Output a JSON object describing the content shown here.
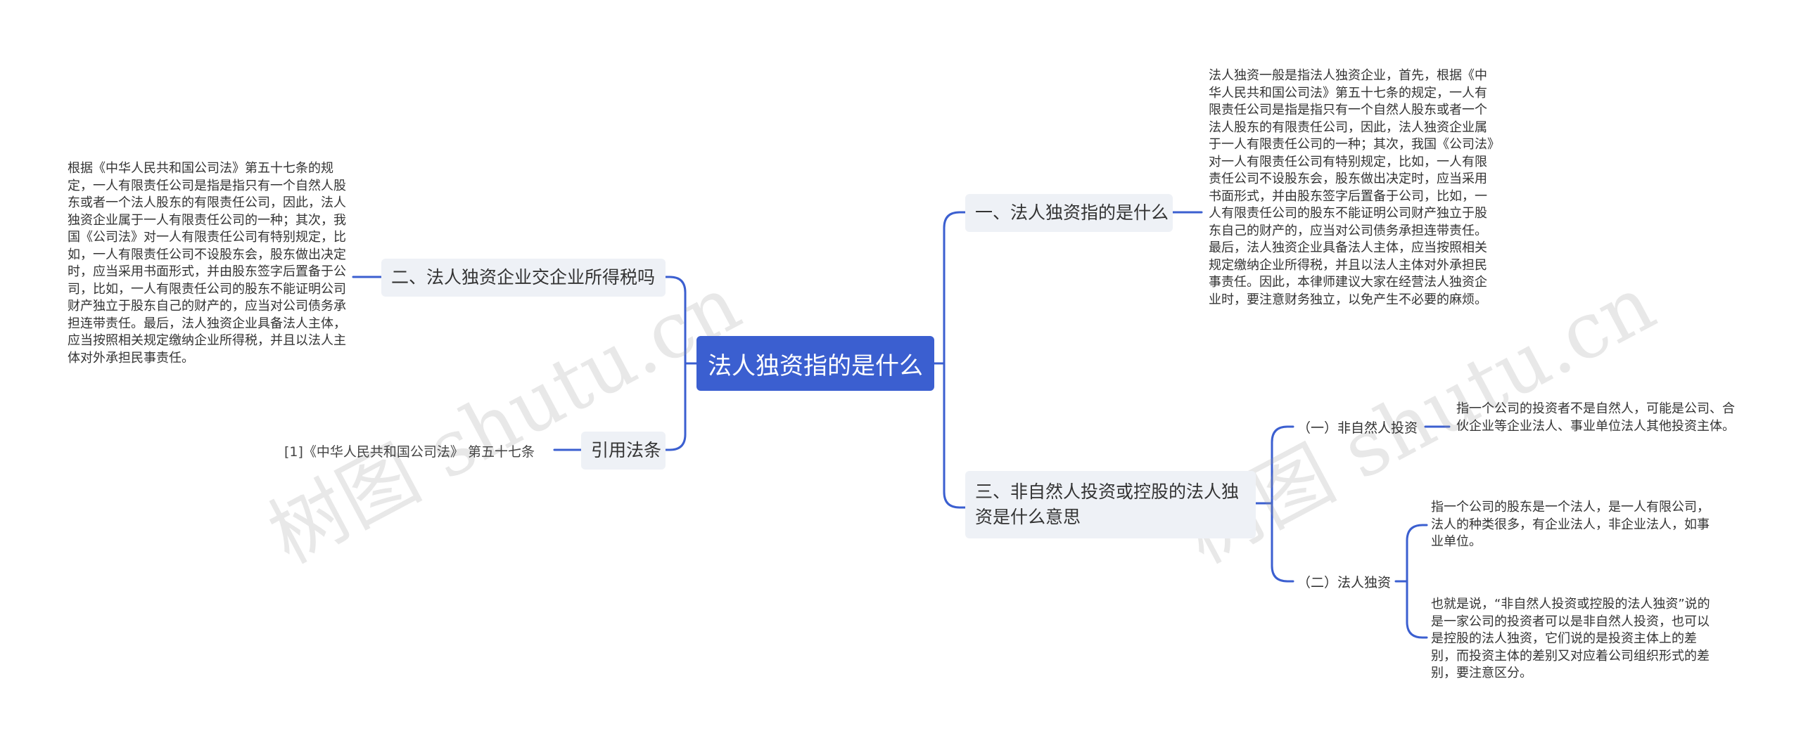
{
  "root": {
    "label": "法人独资指的是什么"
  },
  "branches": {
    "b1": {
      "label": "一、法人独资指的是什么"
    },
    "b2": {
      "label": "二、法人独资企业交企业所得税吗"
    },
    "b3": {
      "label": "三、非自然人投资或控股的法人独资是什么意思"
    },
    "b4": {
      "label": "引用法条"
    }
  },
  "leaves": {
    "b1_text": "法人独资一般是指法人独资企业，首先，根据《中华人民共和国公司法》第五十七条的规定，一人有限责任公司是指是指只有一个自然人股东或者一个法人股东的有限责任公司，因此，法人独资企业属于一人有限责任公司的一种；其次，我国《公司法》对一人有限责任公司有特别规定，比如，一人有限责任公司不设股东会，股东做出决定时，应当采用书面形式，并由股东签字后置备于公司，比如，一人有限责任公司的股东不能证明公司财产独立于股东自己的财产的，应当对公司债务承担连带责任。最后，法人独资企业具备法人主体，应当按照相关规定缴纳企业所得税，并且以法人主体对外承担民事责任。因此，本律师建议大家在经营法人独资企业时，要注意财务独立，以免产生不必要的麻烦。",
    "b2_text": "根据《中华人民共和国公司法》第五十七条的规定，一人有限责任公司是指是指只有一个自然人股东或者一个法人股东的有限责任公司，因此，法人独资企业属于一人有限责任公司的一种；其次，我国《公司法》对一人有限责任公司有特别规定，比如，一人有限责任公司不设股东会，股东做出决定时，应当采用书面形式，并由股东签字后置备于公司，比如，一人有限责任公司的股东不能证明公司财产独立于股东自己的财产的，应当对公司债务承担连带责任。最后，法人独资企业具备法人主体，应当按照相关规定缴纳企业所得税，并且以法人主体对外承担民事责任。",
    "b4_text": "[1]《中华人民共和国公司法》 第五十七条",
    "s1_label": "（一）非自然人投资",
    "s1_text": "指一个公司的投资者不是自然人，可能是公司、合伙企业等企业法人、事业单位法人其他投资主体。",
    "s2_label": "（二）法人独资",
    "s2_text1": "指一个公司的股东是一个法人，是一人有限公司，法人的种类很多，有企业法人，非企业法人，如事业单位。",
    "s2_text2": "也就是说，“非自然人投资或控股的法人独资”说的是一家公司的投资者可以是非自然人投资，也可以是控股的法人独资，它们说的是投资主体上的差别，而投资主体的差别又对应着公司组织形式的差别，要注意区分。"
  },
  "watermark": {
    "text": "树图 shutu.cn"
  },
  "colors": {
    "root_bg": "#3b5fd0",
    "branch_bg": "#eef1f6",
    "line": "#3b5fd0"
  }
}
